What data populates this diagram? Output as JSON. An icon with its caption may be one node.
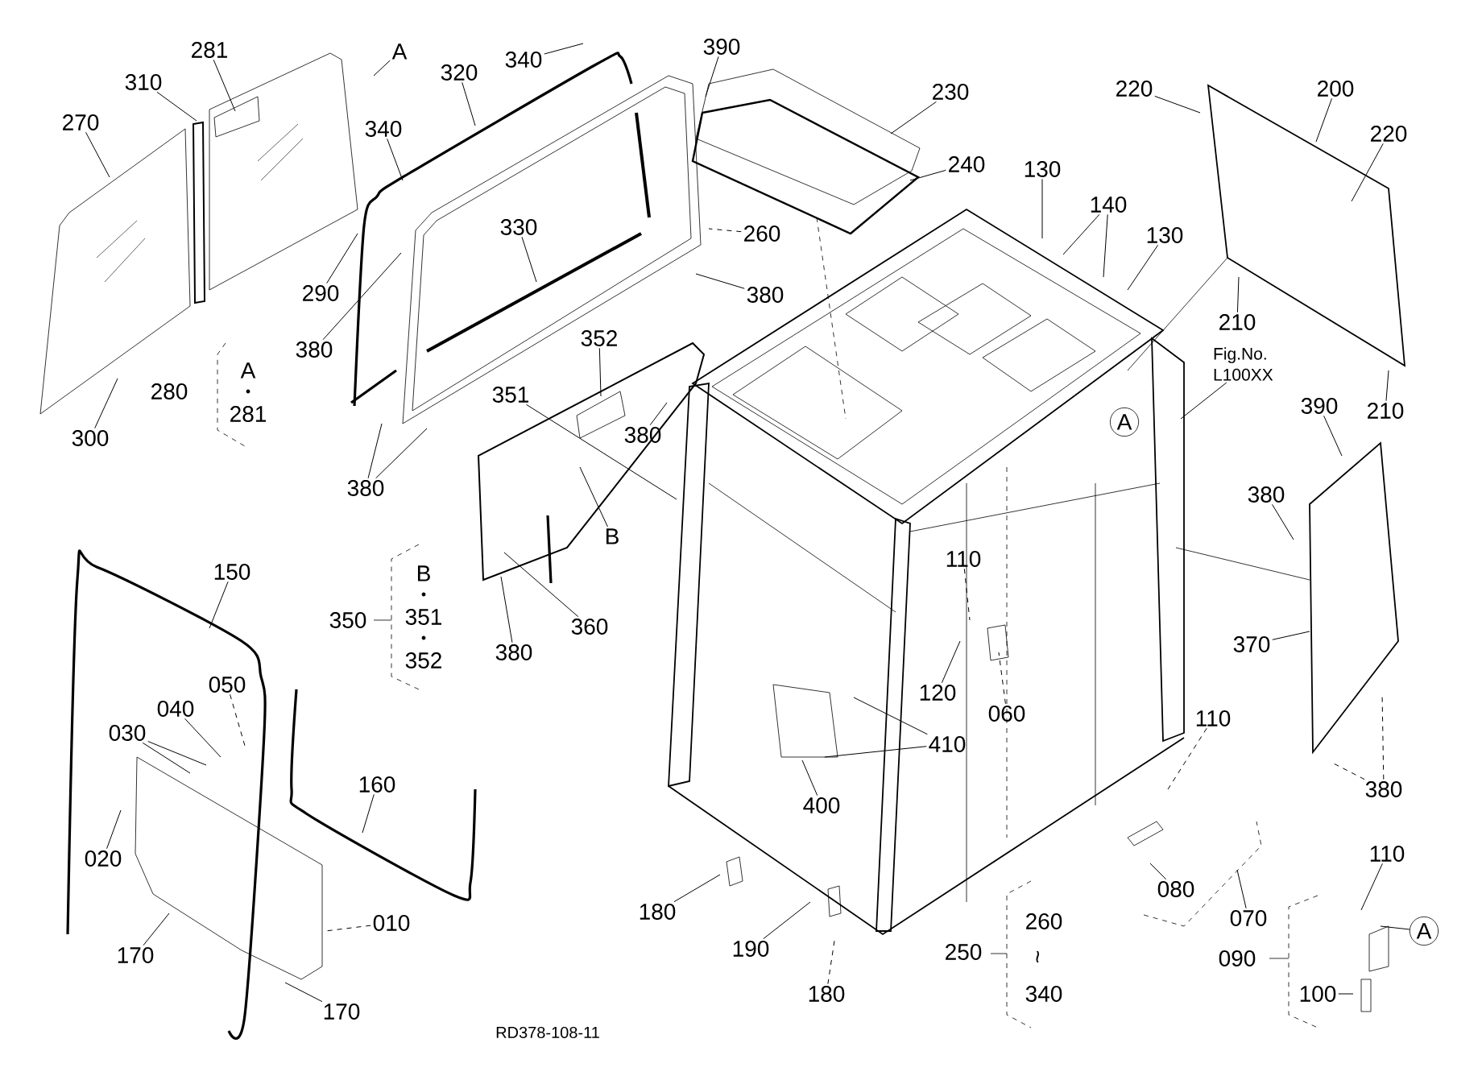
{
  "diagram": {
    "nodes": [
      {
        "text": [
          "270"
        ]
      },
      {
        "text": [
          "310"
        ]
      },
      {
        "text": [
          "281"
        ]
      },
      {
        "text": [
          "A"
        ]
      },
      {
        "text": [
          "340"
        ]
      },
      {
        "text": [
          "320"
        ]
      },
      {
        "text": [
          "390"
        ]
      },
      {
        "text": [
          "230"
        ]
      },
      {
        "text": [
          "220"
        ]
      },
      {
        "text": [
          "200"
        ]
      },
      {
        "text": [
          "340"
        ]
      },
      {
        "text": [
          "220"
        ]
      },
      {
        "text": [
          "240"
        ]
      },
      {
        "text": [
          "130"
        ]
      },
      {
        "text": [
          "140"
        ]
      },
      {
        "text": [
          "260"
        ]
      },
      {
        "text": [
          "330"
        ]
      },
      {
        "text": [
          "130"
        ]
      },
      {
        "text": [
          "290"
        ]
      },
      {
        "text": [
          "380"
        ]
      },
      {
        "text": [
          "210"
        ]
      },
      {
        "text": [
          "380"
        ]
      },
      {
        "text": [
          "352"
        ]
      },
      {
        "text": [
          "Fig.No. L100XX"
        ]
      },
      {
        "text": [
          "351"
        ]
      },
      {
        "text": [
          "210"
        ]
      },
      {
        "text": [
          "390"
        ]
      },
      {
        "text": [
          "A"
        ]
      },
      {
        "text": [
          "300"
        ]
      },
      {
        "text": [
          "380"
        ]
      },
      {
        "text": [
          "380"
        ]
      },
      {
        "text": [
          "380"
        ]
      },
      {
        "text": [
          "B"
        ]
      },
      {
        "text": [
          "110"
        ]
      },
      {
        "text": [
          "150"
        ]
      },
      {
        "text": [
          "360"
        ]
      },
      {
        "text": [
          "370"
        ]
      },
      {
        "text": [
          "380"
        ]
      },
      {
        "text": [
          "050"
        ]
      },
      {
        "text": [
          "120"
        ]
      },
      {
        "text": [
          "040"
        ]
      },
      {
        "text": [
          "060"
        ]
      },
      {
        "text": [
          "110"
        ]
      },
      {
        "text": [
          "030"
        ]
      },
      {
        "text": [
          "410"
        ]
      },
      {
        "text": [
          "160"
        ]
      },
      {
        "text": [
          "380"
        ]
      },
      {
        "text": [
          "400"
        ]
      },
      {
        "text": [
          "110"
        ]
      },
      {
        "text": [
          "020"
        ]
      },
      {
        "text": [
          "080"
        ]
      },
      {
        "text": [
          "180"
        ]
      },
      {
        "text": [
          "070"
        ]
      },
      {
        "text": [
          "010"
        ]
      },
      {
        "text": [
          "A"
        ]
      },
      {
        "text": [
          "190"
        ]
      },
      {
        "text": [
          "170"
        ]
      },
      {
        "text": [
          "180"
        ]
      },
      {
        "text": [
          "100"
        ]
      },
      {
        "text": [
          "170"
        ]
      }
    ],
    "edges": [
      {
        "from": 0,
        "to": null,
        "arrow": "none"
      },
      {
        "from": 1,
        "to": null,
        "arrow": "none"
      },
      {
        "from": 2,
        "to": null,
        "arrow": "none"
      },
      {
        "from": 3,
        "to": null,
        "arrow": "none"
      },
      {
        "from": 4,
        "to": null,
        "arrow": "none"
      },
      {
        "from": 5,
        "to": null,
        "arrow": "none"
      },
      {
        "from": 6,
        "to": null,
        "arrow": "none"
      },
      {
        "from": 7,
        "to": null,
        "arrow": "none"
      },
      {
        "from": 8,
        "to": null,
        "arrow": "none"
      },
      {
        "from": 9,
        "to": null,
        "arrow": "none"
      },
      {
        "from": 10,
        "to": null,
        "arrow": "none"
      },
      {
        "from": 11,
        "to": null,
        "arrow": "none"
      },
      {
        "from": 12,
        "to": null,
        "arrow": "none"
      },
      {
        "from": 13,
        "to": null,
        "arrow": "none"
      },
      {
        "from": 14,
        "to": null,
        "arrow": "none"
      },
      {
        "from": 14,
        "to": null,
        "arrow": "none"
      },
      {
        "from": 15,
        "to": null,
        "arrow": "none",
        "style": "dashed"
      },
      {
        "from": 16,
        "to": null,
        "arrow": "none"
      },
      {
        "from": 17,
        "to": null,
        "arrow": "none"
      },
      {
        "from": 18,
        "to": null,
        "arrow": "none"
      },
      {
        "from": 19,
        "to": null,
        "arrow": "none"
      },
      {
        "from": 20,
        "to": null,
        "arrow": "none"
      },
      {
        "from": 21,
        "to": null,
        "arrow": "none"
      },
      {
        "from": 22,
        "to": null,
        "arrow": "none"
      },
      {
        "from": 23,
        "to": null,
        "arrow": "none"
      },
      {
        "from": 24,
        "to": null,
        "arrow": "none"
      },
      {
        "from": 25,
        "to": null,
        "arrow": "none"
      },
      {
        "from": 26,
        "to": null,
        "arrow": "none"
      },
      {
        "from": 28,
        "to": null,
        "arrow": "none"
      },
      {
        "from": 29,
        "to": null,
        "arrow": "none"
      },
      {
        "from": 30,
        "to": null,
        "arrow": "none"
      },
      {
        "from": 30,
        "to": null,
        "arrow": "none"
      },
      {
        "from": 31,
        "to": null,
        "arrow": "none"
      },
      {
        "from": 32,
        "to": null,
        "arrow": "none"
      },
      {
        "from": 33,
        "to": null,
        "arrow": "none",
        "style": "dashed"
      },
      {
        "from": 34,
        "to": null,
        "arrow": "none"
      },
      {
        "from": 35,
        "to": null,
        "arrow": "none"
      },
      {
        "from": 36,
        "to": null,
        "arrow": "none"
      },
      {
        "from": 37,
        "to": null,
        "arrow": "none"
      },
      {
        "from": 38,
        "to": null,
        "arrow": "none",
        "style": "dashed"
      },
      {
        "from": 39,
        "to": null,
        "arrow": "none"
      },
      {
        "from": 40,
        "to": null,
        "arrow": "none"
      },
      {
        "from": 41,
        "to": null,
        "arrow": "none",
        "style": "dashed"
      },
      {
        "from": 42,
        "to": null,
        "arrow": "none",
        "style": "dashed"
      },
      {
        "from": 43,
        "to": null,
        "arrow": "none"
      },
      {
        "from": 43,
        "to": null,
        "arrow": "none"
      },
      {
        "from": 44,
        "to": null,
        "arrow": "none"
      },
      {
        "from": 44,
        "to": null,
        "arrow": "none"
      },
      {
        "from": 45,
        "to": null,
        "arrow": "none"
      },
      {
        "from": 46,
        "to": null,
        "arrow": "none",
        "style": "dashed"
      },
      {
        "from": 46,
        "to": null,
        "arrow": "none",
        "style": "dashed"
      },
      {
        "from": 47,
        "to": null,
        "arrow": "none"
      },
      {
        "from": 48,
        "to": null,
        "arrow": "none"
      },
      {
        "from": 49,
        "to": null,
        "arrow": "none"
      },
      {
        "from": 50,
        "to": null,
        "arrow": "none"
      },
      {
        "from": 51,
        "to": null,
        "arrow": "none"
      },
      {
        "from": 52,
        "to": null,
        "arrow": "none"
      },
      {
        "from": 53,
        "to": null,
        "arrow": "none",
        "style": "dashed"
      },
      {
        "from": 54,
        "to": null,
        "arrow": "none"
      },
      {
        "from": 55,
        "to": null,
        "arrow": "none"
      },
      {
        "from": 56,
        "to": null,
        "arrow": "none"
      },
      {
        "from": 57,
        "to": null,
        "arrow": "none",
        "style": "dashed"
      },
      {
        "from": 58,
        "to": null,
        "arrow": "none"
      },
      {
        "from": 59,
        "to": null,
        "arrow": "none"
      }
    ],
    "labels": [
      "280",
      "A",
      "281",
      "350",
      "B",
      "351",
      "352",
      "250",
      "260",
      "~",
      "340",
      "090",
      "RD378-108-11"
    ]
  }
}
